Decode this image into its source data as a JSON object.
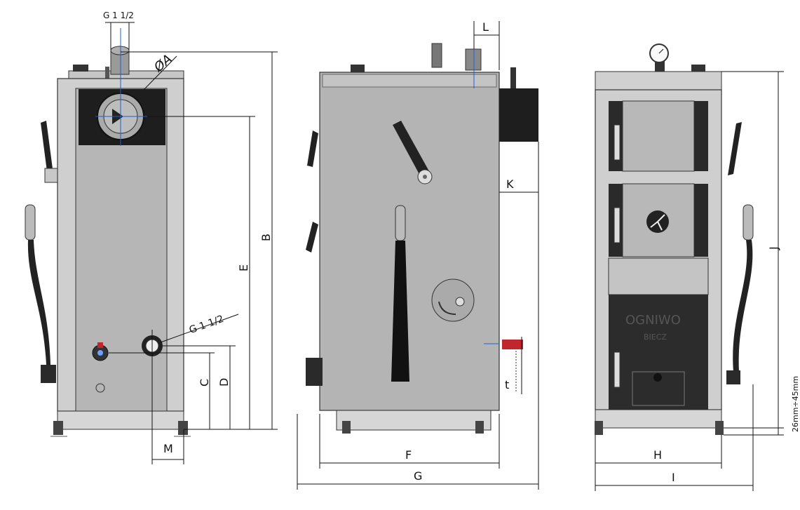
{
  "colors": {
    "panel_gray": "#b6b6b6",
    "frame_gray": "#cfcfcf",
    "dark": "#1e1e1e",
    "door_dark": "#2a2a2a",
    "base": "#d6d6d6",
    "center_lines": "#1e5fd6",
    "valve_red": "#c0262d"
  },
  "labels": {
    "g_top": "G 1 1/2",
    "phi_a": "ØA",
    "b": "B",
    "e": "E",
    "g_side": "G 1 1/2",
    "c": "C",
    "d": "D",
    "m": "M",
    "l": "L",
    "k": "K",
    "t": "t",
    "f": "F",
    "g_bottom": "G",
    "j": "J",
    "h": "H",
    "i": "I",
    "leg_range": "26mm÷45mm",
    "brand": "OGNIWO",
    "brand_sub": "BIECZ"
  },
  "icons": {
    "pressure_gauge": "gauge-icon",
    "cleaning_brush": "brush-tool-icon",
    "rotary_damper": "damper-icon",
    "door_handle": "door-handle-icon",
    "drain_valve": "valve-icon"
  }
}
